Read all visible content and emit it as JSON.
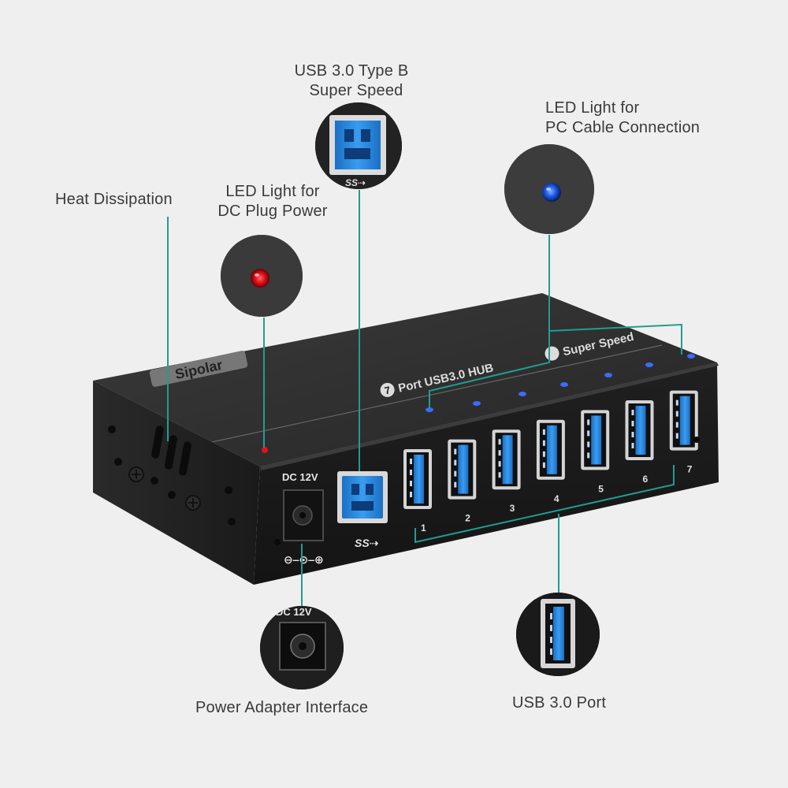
{
  "callouts": {
    "usb_type_b": [
      "USB 3.0 Type B",
      "Super Speed"
    ],
    "led_pc": [
      "LED Light for",
      "PC Cable Connection"
    ],
    "heat": [
      "Heat Dissipation"
    ],
    "led_dc": [
      "LED Light for",
      "DC Plug Power"
    ],
    "power": [
      "Power Adapter Interface"
    ],
    "usb_port": [
      "USB 3.0 Port"
    ]
  },
  "device": {
    "brand": "Sipolar",
    "top_print": "Port USB3.0 HUB",
    "top_print_count": "7",
    "top_print_speed": "Super Speed",
    "dc_label": "DC 12V",
    "ss_logo": "SS⇢",
    "port_numbers": [
      "1",
      "2",
      "3",
      "4",
      "5",
      "6",
      "7"
    ],
    "zoom_dc_label": "DC 12V"
  },
  "colors": {
    "background": "#efefef",
    "leader_line": "#1f9d93",
    "usb_blue": "#1e88d8",
    "led_red": "#e3121b",
    "led_blue": "#2f6cff",
    "chassis": "#1f1f1f"
  }
}
